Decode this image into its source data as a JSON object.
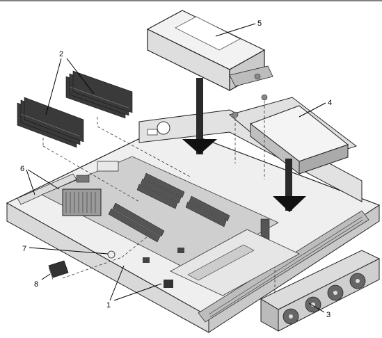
{
  "figure": {
    "top_rule": true,
    "callouts": [
      {
        "id": "1",
        "label": "1"
      },
      {
        "id": "2",
        "label": "2"
      },
      {
        "id": "3",
        "label": "3"
      },
      {
        "id": "4",
        "label": "4"
      },
      {
        "id": "5",
        "label": "5"
      },
      {
        "id": "6",
        "label": "6"
      },
      {
        "id": "7",
        "label": "7"
      },
      {
        "id": "8",
        "label": "8"
      }
    ]
  }
}
